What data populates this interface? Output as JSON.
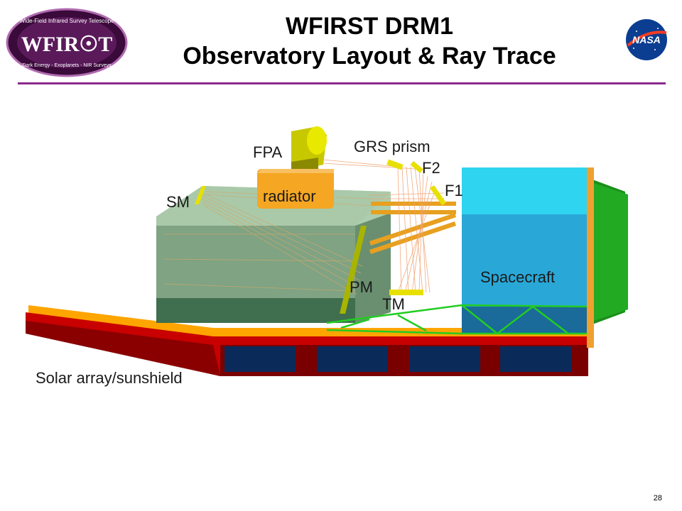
{
  "slide": {
    "title_line1": "WFIRST DRM1",
    "title_line2": "Observatory Layout & Ray Trace",
    "page_number": "28"
  },
  "logo": {
    "text": "WFIR☉T",
    "arc_top": "Wide-Field Infrared Survey Telescope",
    "arc_bottom": "Dark Energy - Exoplanets - NIR Surveys"
  },
  "nasa_logo": {
    "text": "NASA"
  },
  "labels": {
    "fpa": "FPA",
    "grs_prism": "GRS prism",
    "f2": "F2",
    "f1": "F1",
    "sm": "SM",
    "radiator": "radiator",
    "spacecraft": "Spacecraft",
    "pm": "PM",
    "tm": "TM",
    "solar_array": "Solar array/sunshield"
  },
  "colors": {
    "accent_rule": "#8b2a8b",
    "spacecraft_cyan": "#29b6e6",
    "radiator_orange": "#f5a623",
    "sunshield_red": "#d40000",
    "sunshield_dark": "#7a0000",
    "solar_panel": "#0a2a5a",
    "telescope_green": "#7fa383",
    "truss_green": "#22aa22",
    "optic_yellow": "#e8e000"
  }
}
